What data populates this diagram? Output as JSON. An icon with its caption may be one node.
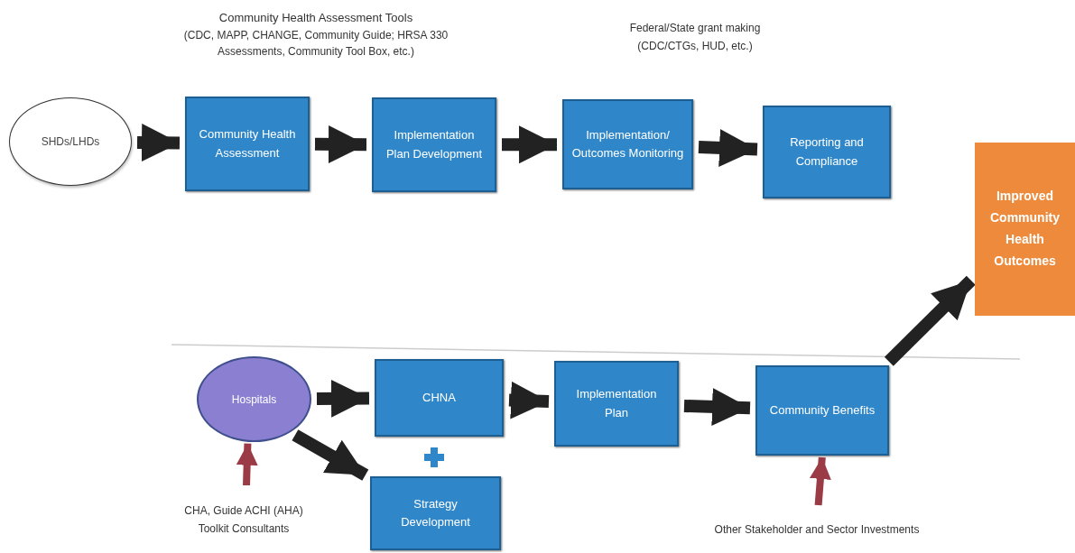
{
  "diagram": {
    "nodes": [
      {
        "text": [
          "SHDs/LHDs"
        ]
      },
      {
        "text": [
          "Community Health Assessment"
        ]
      },
      {
        "text": [
          "Implementation Plan Development"
        ]
      },
      {
        "text": [
          "Implementation/ Outcomes Monitoring"
        ]
      },
      {
        "text": [
          "Reporting and Compliance"
        ]
      },
      {
        "text": [
          "Improved Community Health Outcomes"
        ]
      },
      {
        "text": [
          "Hospitals"
        ]
      },
      {
        "text": [
          "CHNA"
        ]
      },
      {
        "text": [
          "Strategy Development"
        ]
      },
      {
        "text": [
          "Implementation Plan"
        ]
      },
      {
        "text": [
          "Community Benefits"
        ]
      },
      {
        "text": [
          "CHA, Guide ACHI (AHA) Toolkit Consultants"
        ]
      },
      {
        "text": [
          "Other Stakeholder and Sector Investments"
        ]
      }
    ],
    "edges": [
      {
        "from": 0,
        "to": 1,
        "arrow": "to"
      },
      {
        "from": 1,
        "to": 2,
        "arrow": "to"
      },
      {
        "from": 2,
        "to": 3,
        "arrow": "to"
      },
      {
        "from": 3,
        "to": 4,
        "arrow": "to"
      },
      {
        "from": 6,
        "to": 7,
        "arrow": "to"
      },
      {
        "from": 6,
        "to": 8,
        "arrow": "to"
      },
      {
        "from": 7,
        "to": 9,
        "arrow": "to"
      },
      {
        "from": 9,
        "to": 10,
        "arrow": "to"
      },
      {
        "from": 10,
        "to": 5,
        "arrow": "to"
      },
      {
        "from": 11,
        "to": 6,
        "arrow": "to",
        "color": "#9b3b45"
      },
      {
        "from": 12,
        "to": 10,
        "arrow": "to",
        "color": "#9b3b45"
      }
    ],
    "labels": [
      "Community Health Assessment Tools",
      "(CDC, MAPP, CHANGE, Community Guide; HRSA 330 Assessments, Community Tool Box, etc.)",
      "Federal/State grant making",
      "(CDC/CTGs, HUD, etc.)"
    ]
  }
}
